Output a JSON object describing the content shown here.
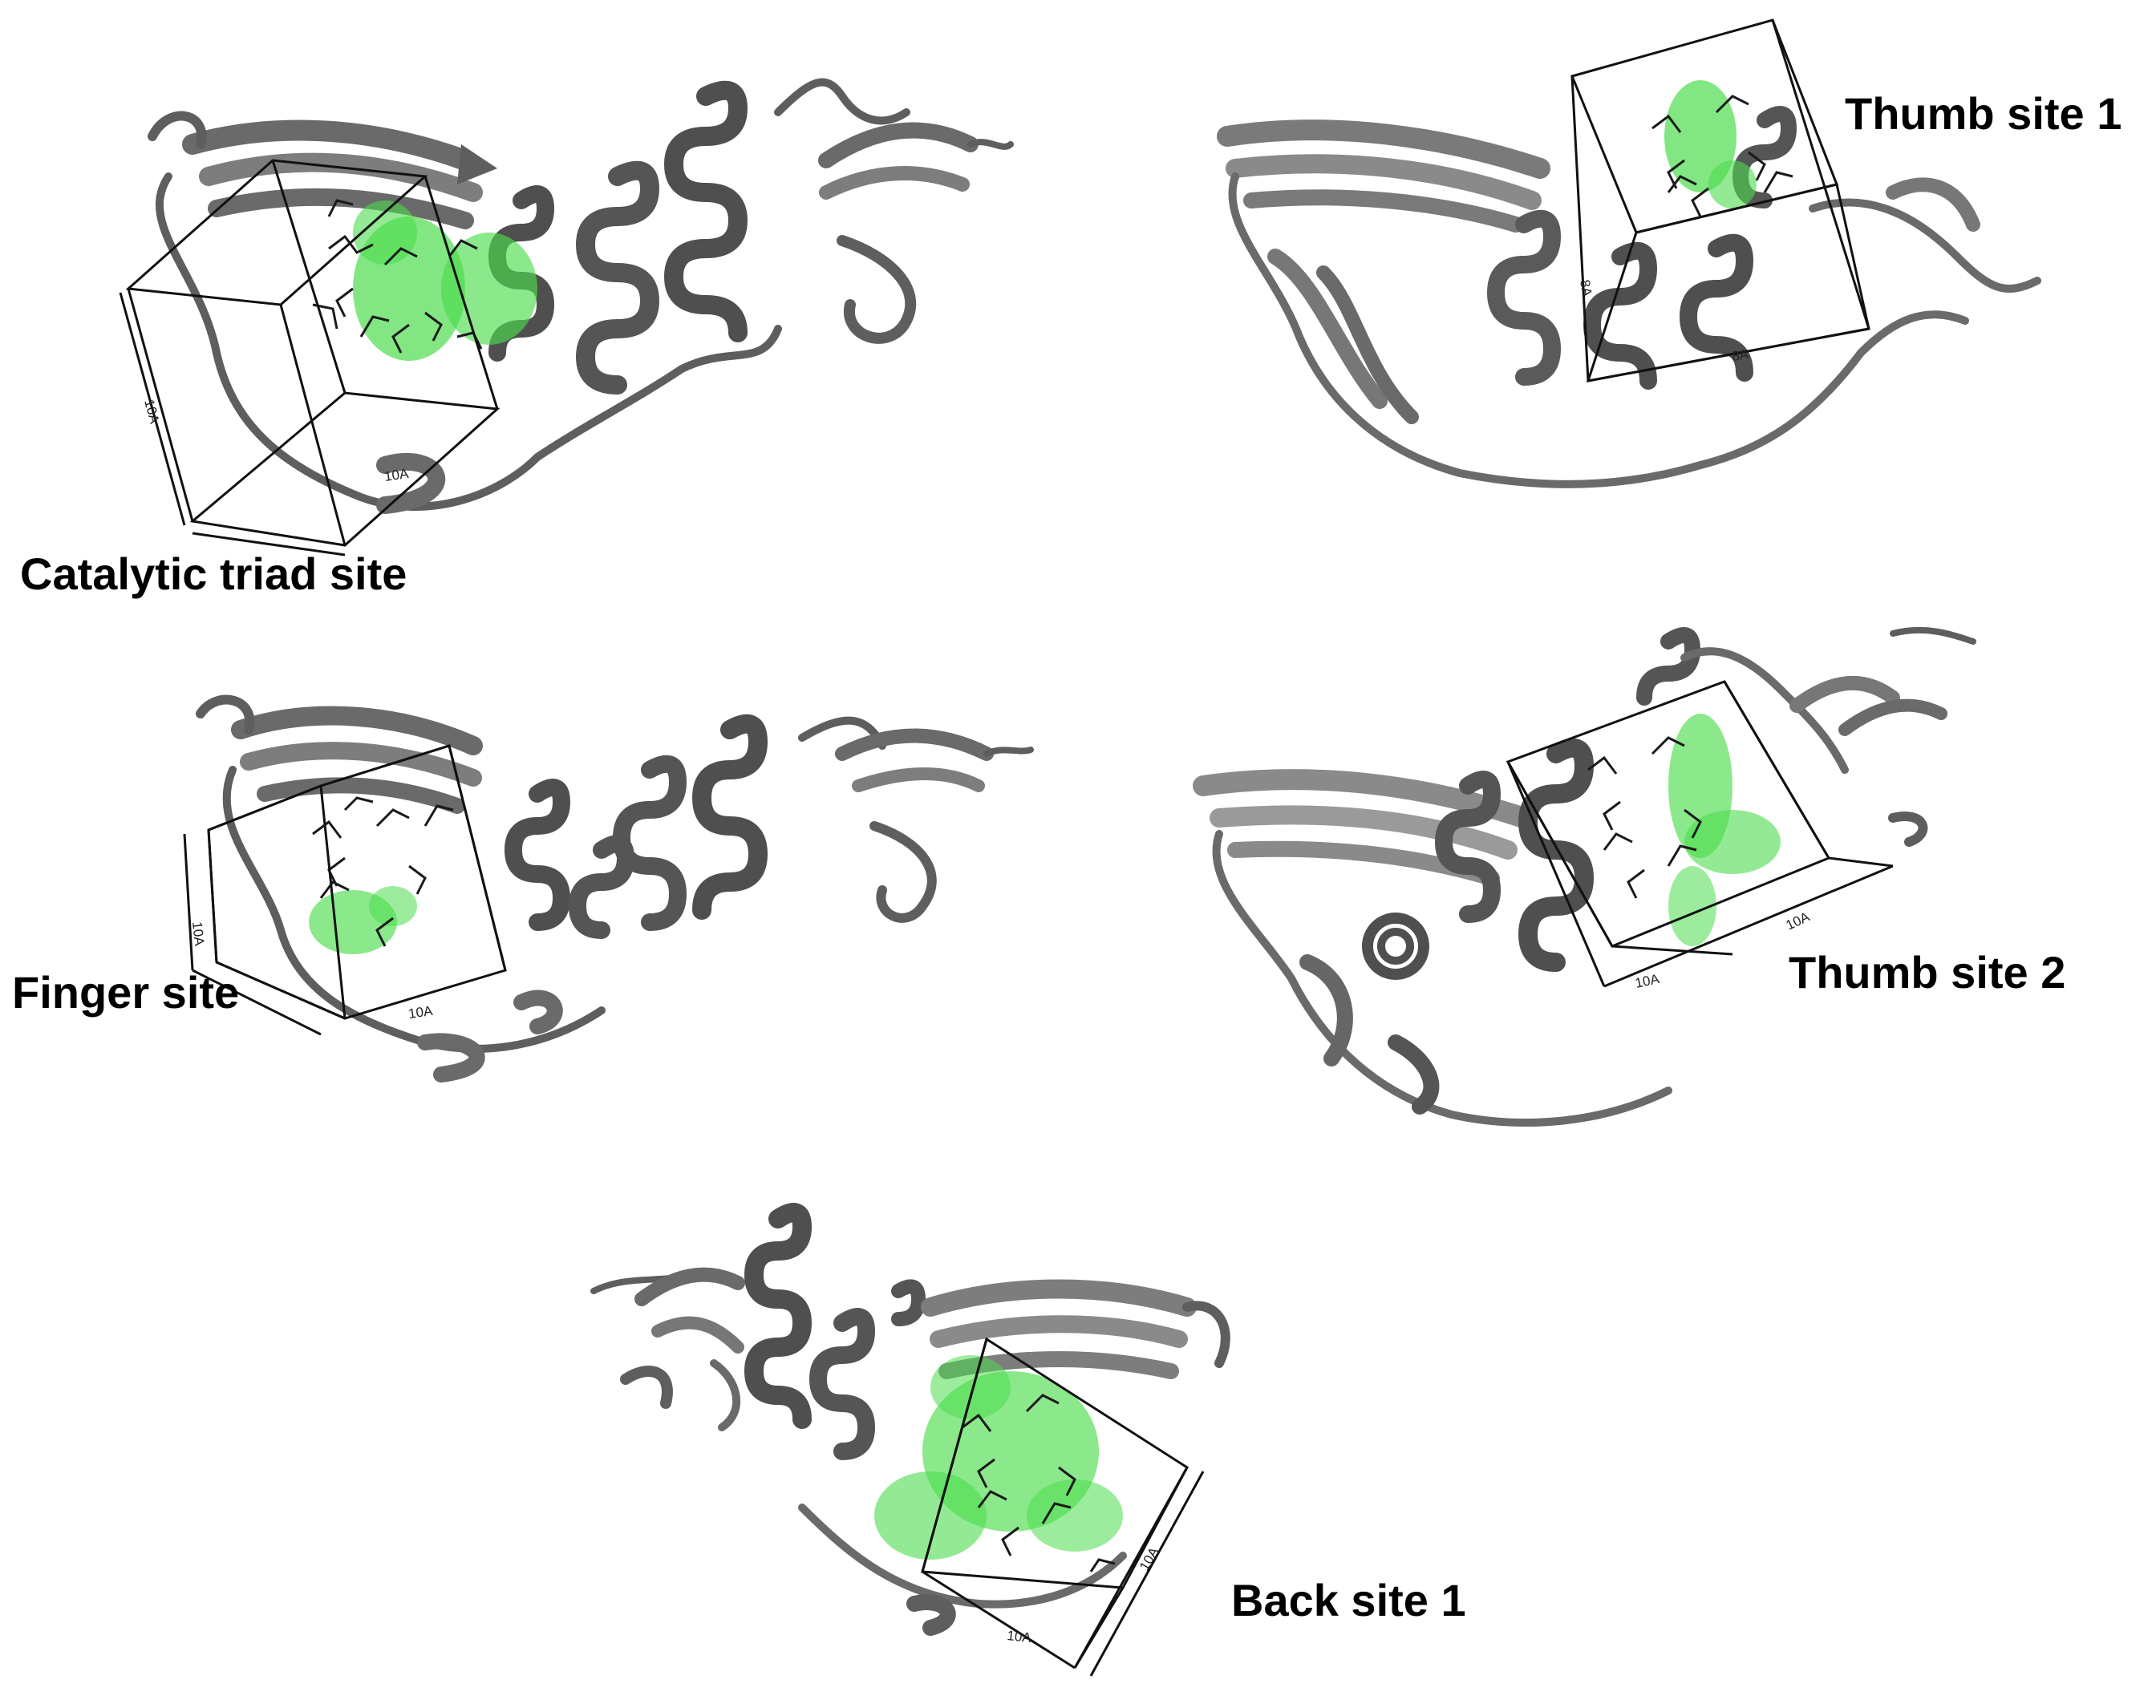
{
  "colors": {
    "protein": "#5e5e5e",
    "protein_dark": "#3f3f3f",
    "protein_light": "#8a8a8a",
    "pocket": "#4ddc4d",
    "residues": "#1a1a1a",
    "grid_box": "#111111"
  },
  "panels": [
    {
      "id": "catalytic",
      "label": "Catalytic triad site",
      "dims": [
        "10A",
        "10A"
      ]
    },
    {
      "id": "thumb1",
      "label": "Thumb site 1",
      "dims": [
        "8A",
        "8A"
      ]
    },
    {
      "id": "finger",
      "label": "Finger site",
      "dims": [
        "10A",
        "10A"
      ]
    },
    {
      "id": "thumb2",
      "label": "Thumb site 2",
      "dims": [
        "10A",
        "10A"
      ]
    },
    {
      "id": "back1",
      "label": "Back site 1",
      "dims": [
        "10A",
        "10A"
      ]
    }
  ]
}
